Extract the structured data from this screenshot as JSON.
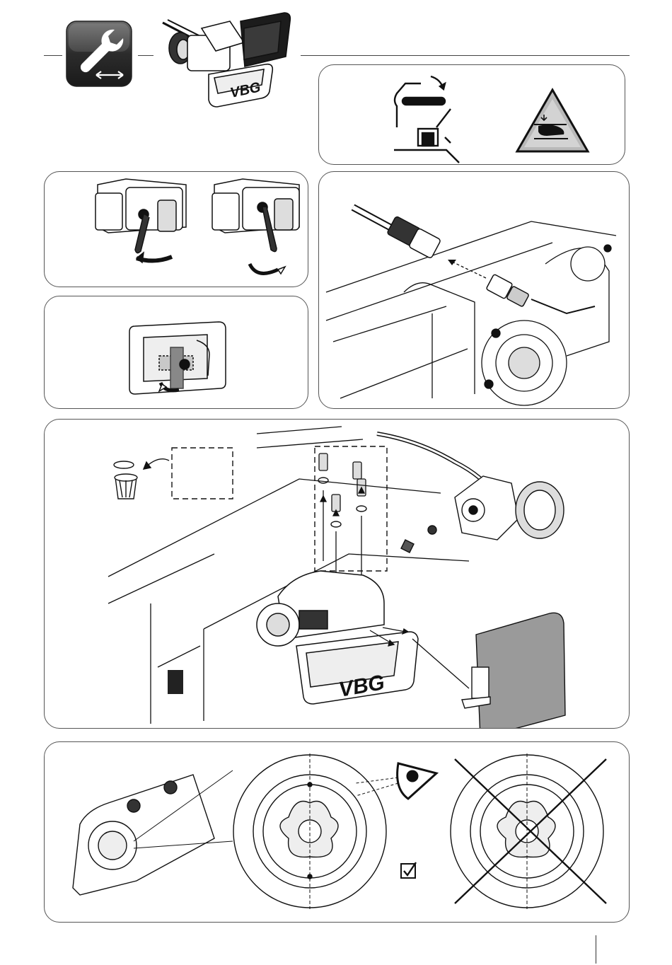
{
  "header": {
    "section_icon": "wrench-exchange-icon",
    "product_image": "vbg-coupling-thumbnail",
    "brand_text": "VBG",
    "colors": {
      "icon_bg": "#3a3a3a",
      "line": "#1a1a1a",
      "fill_gray": "#9a9a9a",
      "panel_border": "#555555"
    }
  },
  "warning_panel": {
    "icons": [
      "coupling-jaw-pinch-icon",
      "hand-crush-warning-icon"
    ]
  },
  "step_lever": {
    "icons": [
      "lever-rotate-left-icon",
      "lever-rotate-back-icon"
    ]
  },
  "step_cover": {
    "icons": [
      "cover-open-icon"
    ]
  },
  "step_connector": {
    "icons": [
      "connector-plug-icon",
      "arrow-icon"
    ]
  },
  "step_assembly": {
    "brand_text": "VBG",
    "icons": [
      "trash-bin-icon",
      "bolt-icon",
      "washer-icon",
      "sensor-unit-icon",
      "cover-plate-icon"
    ]
  },
  "step_inspect": {
    "icons": [
      "eye-icon",
      "check-box-icon",
      "cross-out-icon"
    ]
  },
  "footer": {
    "marker": "page-margin-line"
  }
}
